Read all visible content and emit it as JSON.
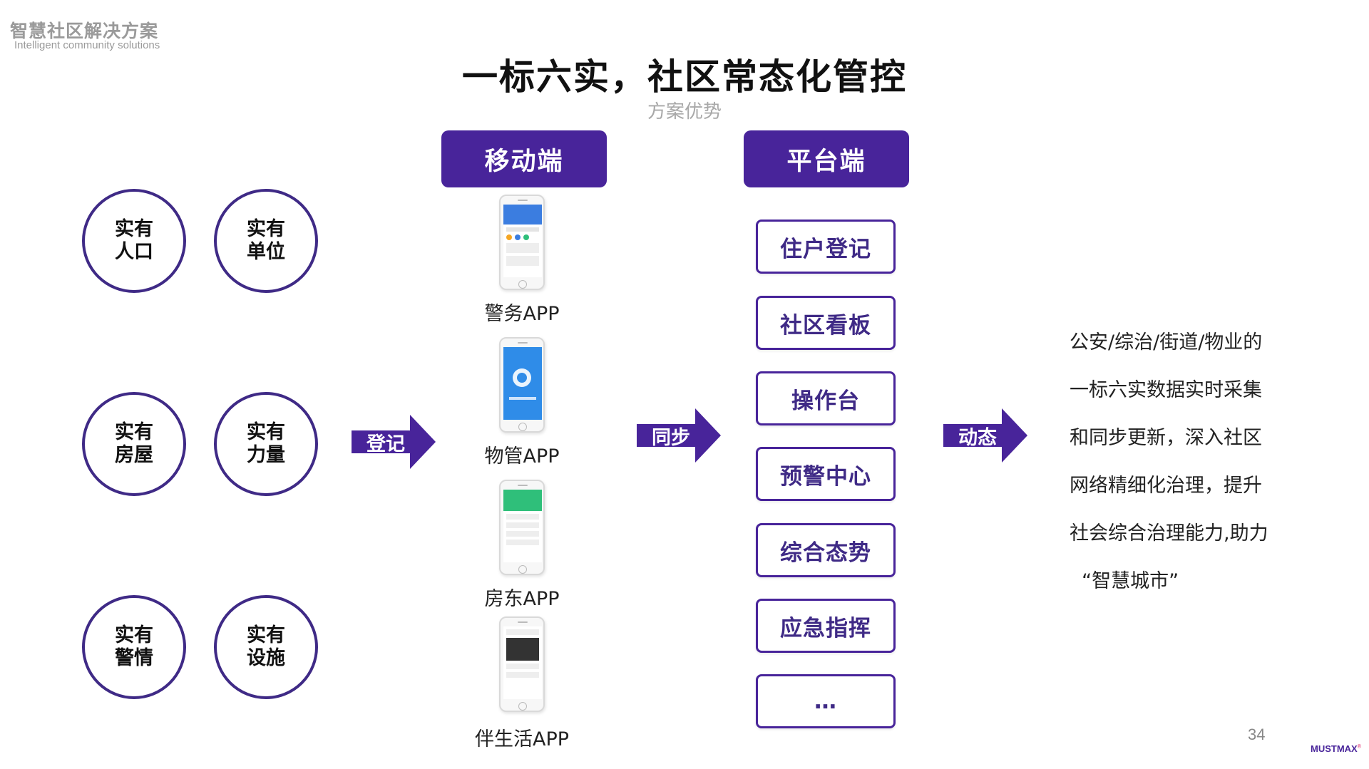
{
  "header": {
    "brand_cn": "智慧社区解决方案",
    "brand_en": "Intelligent community solutions",
    "title": "一标六实，社区常态化管控",
    "subtitle": "方案优势"
  },
  "circles": [
    {
      "label": "实有人口"
    },
    {
      "label": "实有单位"
    },
    {
      "label": "实有房屋"
    },
    {
      "label": "实有力量"
    },
    {
      "label": "实有警情"
    },
    {
      "label": "实有设施"
    }
  ],
  "arrows": {
    "register": "登记",
    "sync": "同步",
    "dynamic": "动态"
  },
  "mobile": {
    "header": "移动端",
    "apps": [
      {
        "label": "警务APP",
        "icon": "police-app-screen",
        "accent": "#3b7de0"
      },
      {
        "label": "物管APP",
        "icon": "property-app-screen",
        "accent": "#2f8ce8"
      },
      {
        "label": "房东APP",
        "icon": "landlord-app-screen",
        "accent": "#2fbf7a"
      },
      {
        "label": "伴生活APP",
        "icon": "life-app-screen",
        "accent": "#333333"
      }
    ]
  },
  "platform": {
    "header": "平台端",
    "items": [
      "住户登记",
      "社区看板",
      "操作台",
      "预警中心",
      "综合态势",
      "应急指挥",
      "…"
    ]
  },
  "description": {
    "lines": [
      "公安/综治/街道/物业的",
      "一标六实数据实时采集",
      "和同步更新，深入社区",
      "网络精细化治理，提升",
      "社会综合治理能力,助力",
      "  “智慧城市”"
    ]
  },
  "footer": {
    "page_number": "34",
    "logo": "MUSTMAX",
    "logo_mark": "®"
  },
  "colors": {
    "primary": "#48249a",
    "circle_border": "#3f2a86"
  }
}
